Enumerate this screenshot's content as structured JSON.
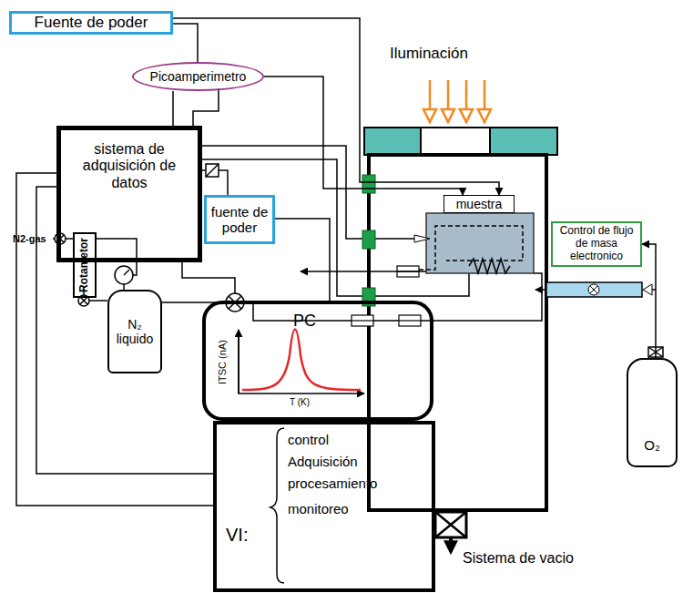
{
  "diagram": {
    "nodes": [
      {
        "text": [
          "Fuente de poder"
        ]
      },
      {
        "text": [
          "Picoamperimetro"
        ]
      },
      {
        "text": [
          "sistema de adquisición de datos"
        ]
      },
      {
        "text": [
          "fuente de poder"
        ]
      },
      {
        "text": [
          "muestra"
        ]
      },
      {
        "text": [
          "Control de flujo de masa electronico"
        ]
      },
      {
        "text": [
          "Rotametor"
        ]
      },
      {
        "text": [
          "PC"
        ]
      },
      {
        "text": [
          "VI:",
          "control",
          "Adquisición",
          "procesamiento",
          "monitoreo"
        ]
      },
      {
        "text": [
          "N₂ liquido"
        ]
      },
      {
        "text": [
          "O₂"
        ]
      }
    ],
    "edges": [
      {
        "from": 0,
        "to": 1,
        "arrow": "none"
      },
      {
        "from": 1,
        "to": 2,
        "arrow": "none"
      },
      {
        "from": 2,
        "to": 8,
        "arrow": "none"
      },
      {
        "from": 0,
        "to": 4,
        "arrow": "to"
      },
      {
        "from": 1,
        "to": 4,
        "arrow": "to"
      },
      {
        "from": 10,
        "to": 5,
        "arrow": "to"
      }
    ],
    "labels": [
      "Iluminación",
      "N2-gas",
      "ITSC (nA)",
      "T (K)",
      "Sistema de vacio"
    ]
  }
}
